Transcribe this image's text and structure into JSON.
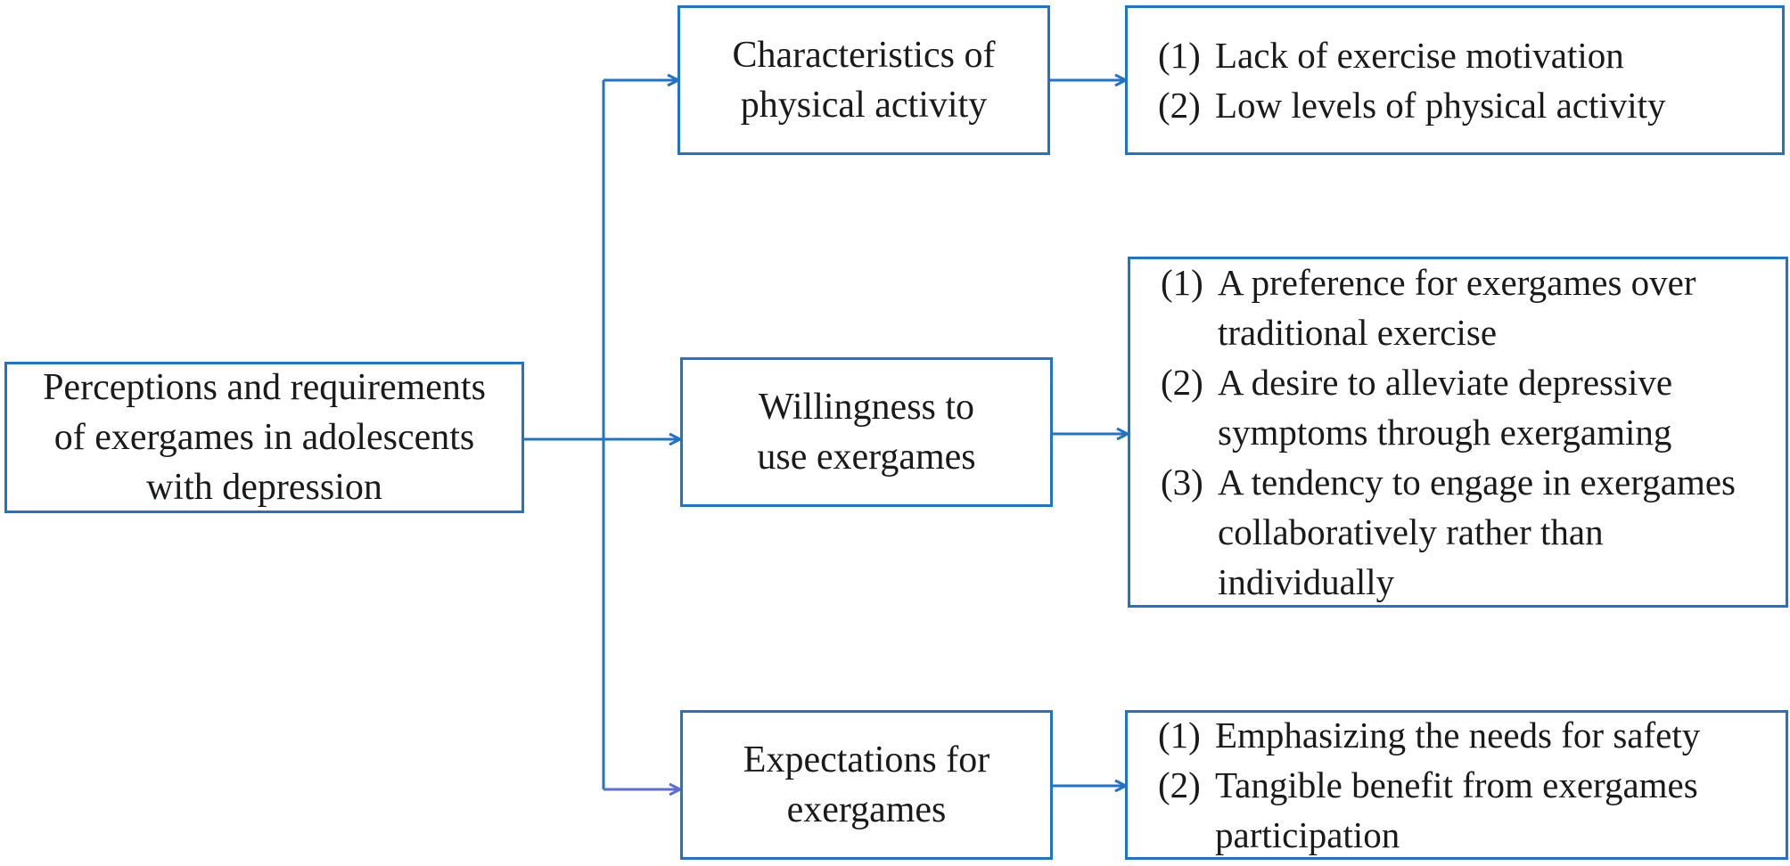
{
  "root": {
    "lines": [
      "Perceptions and requirements",
      "of exergames in adolescents",
      "with depression"
    ]
  },
  "categories": [
    {
      "lines": [
        "Characteristics of",
        "physical activity"
      ],
      "items": [
        {
          "num": "(1)",
          "text": "Lack of exercise motivation"
        },
        {
          "num": "(2)",
          "text": "Low levels of physical activity"
        }
      ]
    },
    {
      "lines": [
        "Willingness to",
        "use exergames"
      ],
      "items": [
        {
          "num": "(1)",
          "text": "A preference for exergames over traditional exercise"
        },
        {
          "num": "(2)",
          "text": "A desire to alleviate depressive symptoms through exergaming"
        },
        {
          "num": "(3)",
          "text": "A tendency to engage in exergames collaboratively rather than individually"
        }
      ]
    },
    {
      "lines": [
        "Expectations for",
        "exergames"
      ],
      "items": [
        {
          "num": "(1)",
          "text": "Emphasizing the needs for safety"
        },
        {
          "num": "(2)",
          "text": "Tangible benefit from exergames participation"
        }
      ]
    }
  ],
  "colors": {
    "border": "#1f73c9",
    "arrow": "#1f73c9",
    "arrow_last": "#5b6fd6",
    "text": "#1a1a1a"
  }
}
